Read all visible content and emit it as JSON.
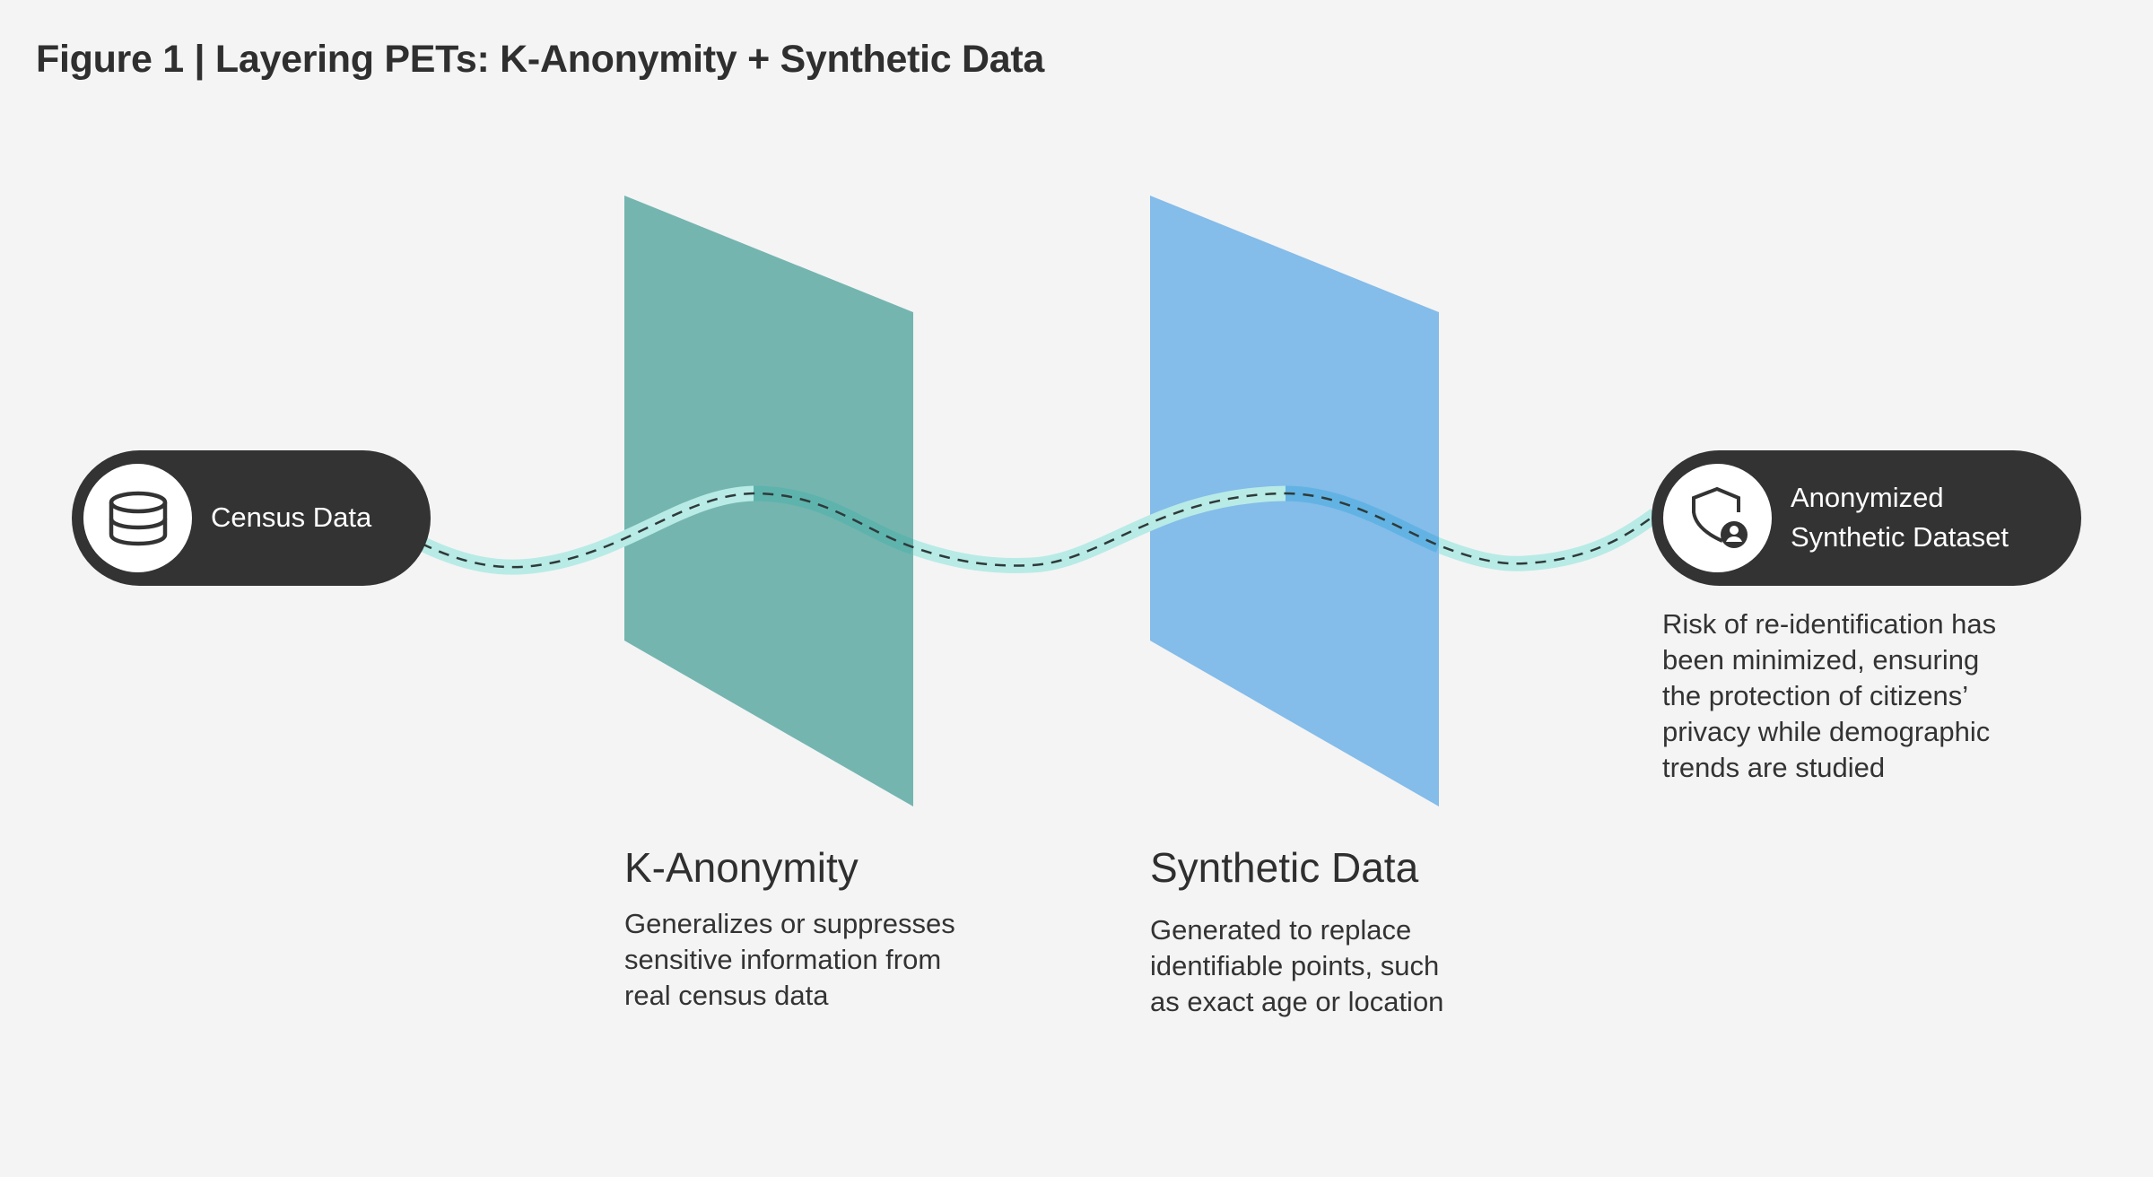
{
  "title": "Figure 1 | Layering PETs: K-Anonymity + Synthetic Data",
  "nodes": {
    "source": {
      "label": "Census Data",
      "icon": "database-icon"
    },
    "output": {
      "label_lines": [
        "Anonymized",
        "Synthetic Dataset"
      ],
      "icon": "shield-user-icon",
      "description_lines": [
        "Risk of re-identification has",
        "been minimized, ensuring",
        "the protection of citizens’",
        "privacy while demographic",
        "trends are studied"
      ]
    }
  },
  "layers": [
    {
      "name": "K-Anonymity",
      "color": "#74b5b0",
      "description_lines": [
        "Generalizes or suppresses",
        "sensitive information from",
        "real census data"
      ]
    },
    {
      "name": "Synthetic Data",
      "color": "#84bcea",
      "description_lines": [
        "Generated to replace",
        "identifiable points, such",
        "as exact age or location"
      ]
    }
  ],
  "colors": {
    "background": "#f4f4f4",
    "pill": "#333333",
    "flow_band": "#b8ebe6",
    "flow_band_behind_teal": "#5fb3ad",
    "flow_band_behind_blue": "#62b3e3",
    "dash": "#2f3a3a"
  }
}
